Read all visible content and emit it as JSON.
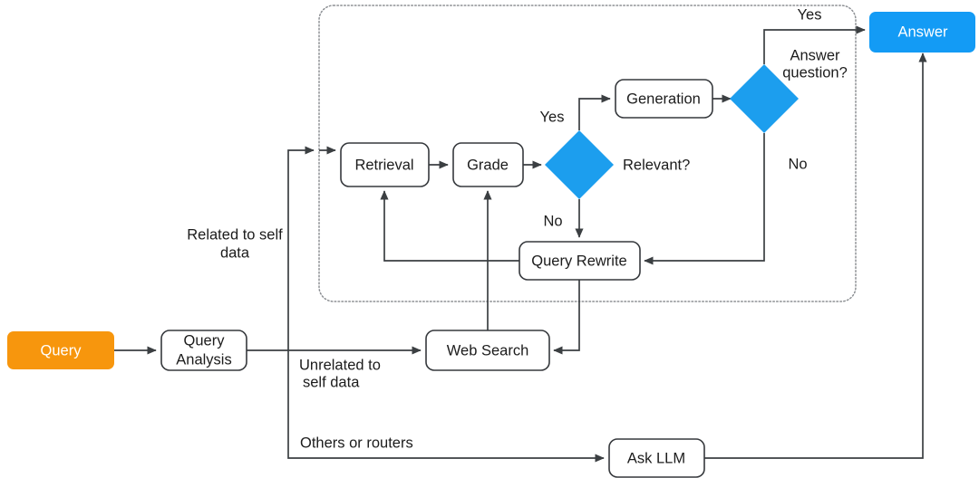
{
  "diagram": {
    "title": "Adaptive RAG query routing flowchart",
    "colors": {
      "start_node": "#f7960d",
      "decision": "#1c9eee",
      "answer_node": "#139bf5",
      "stroke": "#36393d",
      "group_border": "#8d9094",
      "text": "#1c1c1c",
      "text_on_fill": "#ffffff",
      "background": "#ffffff"
    },
    "nodes": [
      {
        "id": "query",
        "label": "Query",
        "shape": "rounded-rect",
        "style": "orange"
      },
      {
        "id": "query-analysis",
        "label": "Query Analysis",
        "shape": "rounded-rect",
        "style": "outline"
      },
      {
        "id": "retrieval",
        "label": "Retrieval",
        "shape": "rounded-rect",
        "style": "outline"
      },
      {
        "id": "grade",
        "label": "Grade",
        "shape": "rounded-rect",
        "style": "outline"
      },
      {
        "id": "relevant",
        "label": "Relevant?",
        "shape": "diamond",
        "style": "blue"
      },
      {
        "id": "generation",
        "label": "Generation",
        "shape": "rounded-rect",
        "style": "outline"
      },
      {
        "id": "answer-question",
        "label": "Answer question?",
        "shape": "diamond",
        "style": "blue"
      },
      {
        "id": "query-rewrite",
        "label": "Query Rewrite",
        "shape": "rounded-rect",
        "style": "outline"
      },
      {
        "id": "web-search",
        "label": "Web Search",
        "shape": "rounded-rect",
        "style": "outline"
      },
      {
        "id": "ask-llm",
        "label": "Ask LLM",
        "shape": "rounded-rect",
        "style": "outline"
      },
      {
        "id": "answer",
        "label": "Answer",
        "shape": "rounded-rect",
        "style": "blue"
      }
    ],
    "node_labels": {
      "query": "Query",
      "query_analysis_line1": "Query",
      "query_analysis_line2": "Analysis",
      "retrieval": "Retrieval",
      "grade": "Grade",
      "relevant": "Relevant?",
      "generation": "Generation",
      "answer_question_line1": "Answer",
      "answer_question_line2": "question?",
      "query_rewrite": "Query Rewrite",
      "web_search": "Web Search",
      "ask_llm": "Ask LLM",
      "answer": "Answer"
    },
    "edge_labels": {
      "related_line1": "Related to self",
      "related_line2": "data",
      "unrelated_line1": "Unrelated to",
      "unrelated_line2": "self data",
      "others_or_routers": "Others or routers",
      "relevant_yes": "Yes",
      "relevant_no": "No",
      "answer_yes": "Yes",
      "answer_no": "No"
    },
    "edges": [
      {
        "from": "query",
        "to": "query-analysis",
        "label": ""
      },
      {
        "from": "query-analysis",
        "to": "retrieval",
        "label": "Related to self data"
      },
      {
        "from": "query-analysis",
        "to": "web-search",
        "label": "Unrelated to self data"
      },
      {
        "from": "query-analysis",
        "to": "ask-llm",
        "label": "Others or routers"
      },
      {
        "from": "retrieval",
        "to": "grade",
        "label": ""
      },
      {
        "from": "grade",
        "to": "relevant",
        "label": ""
      },
      {
        "from": "relevant",
        "to": "generation",
        "label": "Yes"
      },
      {
        "from": "relevant",
        "to": "query-rewrite",
        "label": "No"
      },
      {
        "from": "generation",
        "to": "answer-question",
        "label": ""
      },
      {
        "from": "answer-question",
        "to": "answer",
        "label": "Yes"
      },
      {
        "from": "answer-question",
        "to": "query-rewrite",
        "label": "No"
      },
      {
        "from": "query-rewrite",
        "to": "retrieval",
        "label": ""
      },
      {
        "from": "query-rewrite",
        "to": "web-search",
        "label": ""
      },
      {
        "from": "web-search",
        "to": "grade",
        "label": ""
      },
      {
        "from": "ask-llm",
        "to": "answer",
        "label": ""
      }
    ],
    "group": {
      "name": "self-rag-subgraph",
      "style": "dotted-rounded-rect"
    }
  }
}
